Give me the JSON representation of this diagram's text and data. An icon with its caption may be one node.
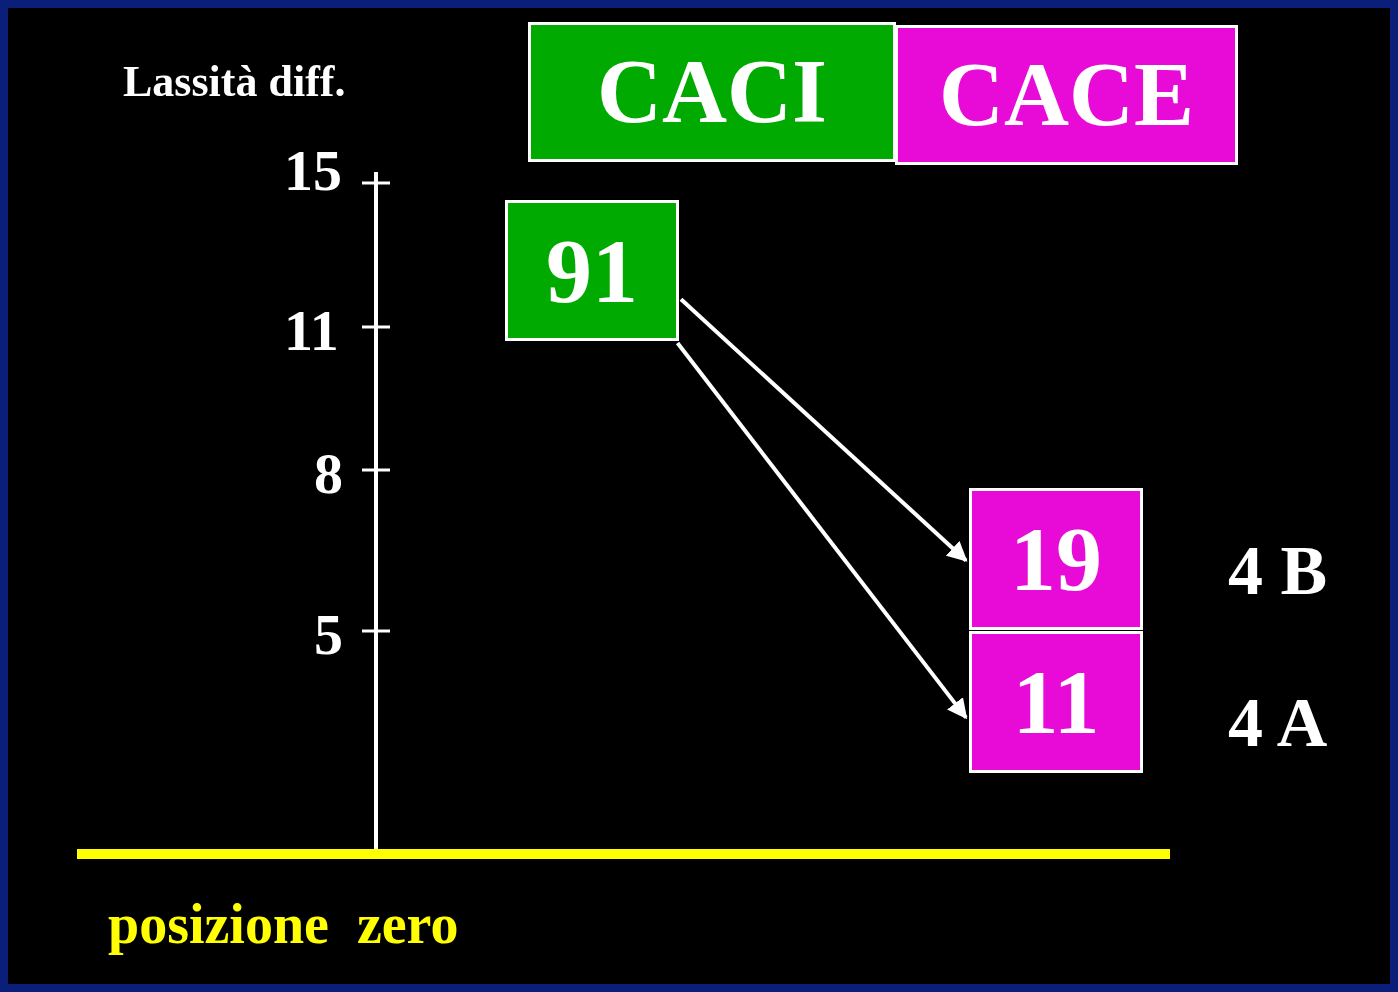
{
  "diagram": {
    "nodes": [
      {
        "text": [
          "CACI"
        ]
      },
      {
        "text": [
          "CACE"
        ]
      },
      {
        "text": [
          "91"
        ]
      },
      {
        "text": [
          "19"
        ],
        "beside": [
          "4 B"
        ]
      },
      {
        "text": [
          "11"
        ],
        "beside": [
          "4 A"
        ]
      }
    ],
    "edges": [
      {
        "from": 2,
        "to": 3,
        "arrow": "to"
      },
      {
        "from": 2,
        "to": 4,
        "arrow": "to"
      }
    ],
    "labels": [
      "Lassità diff.",
      "15",
      "11",
      "8",
      "5",
      "posizione  zero"
    ]
  }
}
